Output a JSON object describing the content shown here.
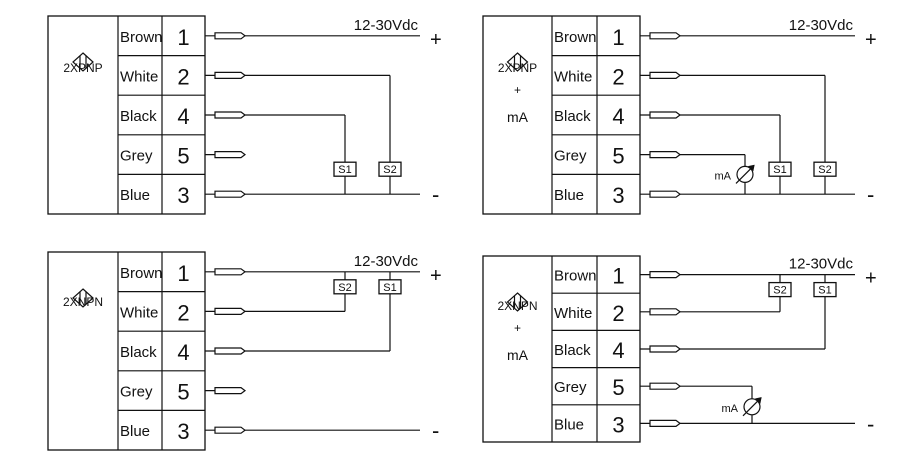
{
  "supply_label": "12-30Vdc",
  "plus_sign": "+",
  "minus_sign": "-",
  "wire_colors": [
    "Brown",
    "White",
    "Black",
    "Grey",
    "Blue"
  ],
  "pin_numbers": [
    "1",
    "2",
    "4",
    "5",
    "3"
  ],
  "diagrams": [
    {
      "id": "2xpnp",
      "sensor_label": [
        "2XPNP"
      ]
    },
    {
      "id": "2xpnp-ma",
      "sensor_label": [
        "2XPNP",
        "+",
        "mA"
      ]
    },
    {
      "id": "2xnpn",
      "sensor_label": [
        "2XNPN"
      ]
    },
    {
      "id": "2xnpn-ma",
      "sensor_label": [
        "2XNPN",
        "+",
        "mA"
      ]
    }
  ],
  "switch_labels": {
    "s1": "S1",
    "s2": "S2"
  },
  "meter_label": "mA"
}
